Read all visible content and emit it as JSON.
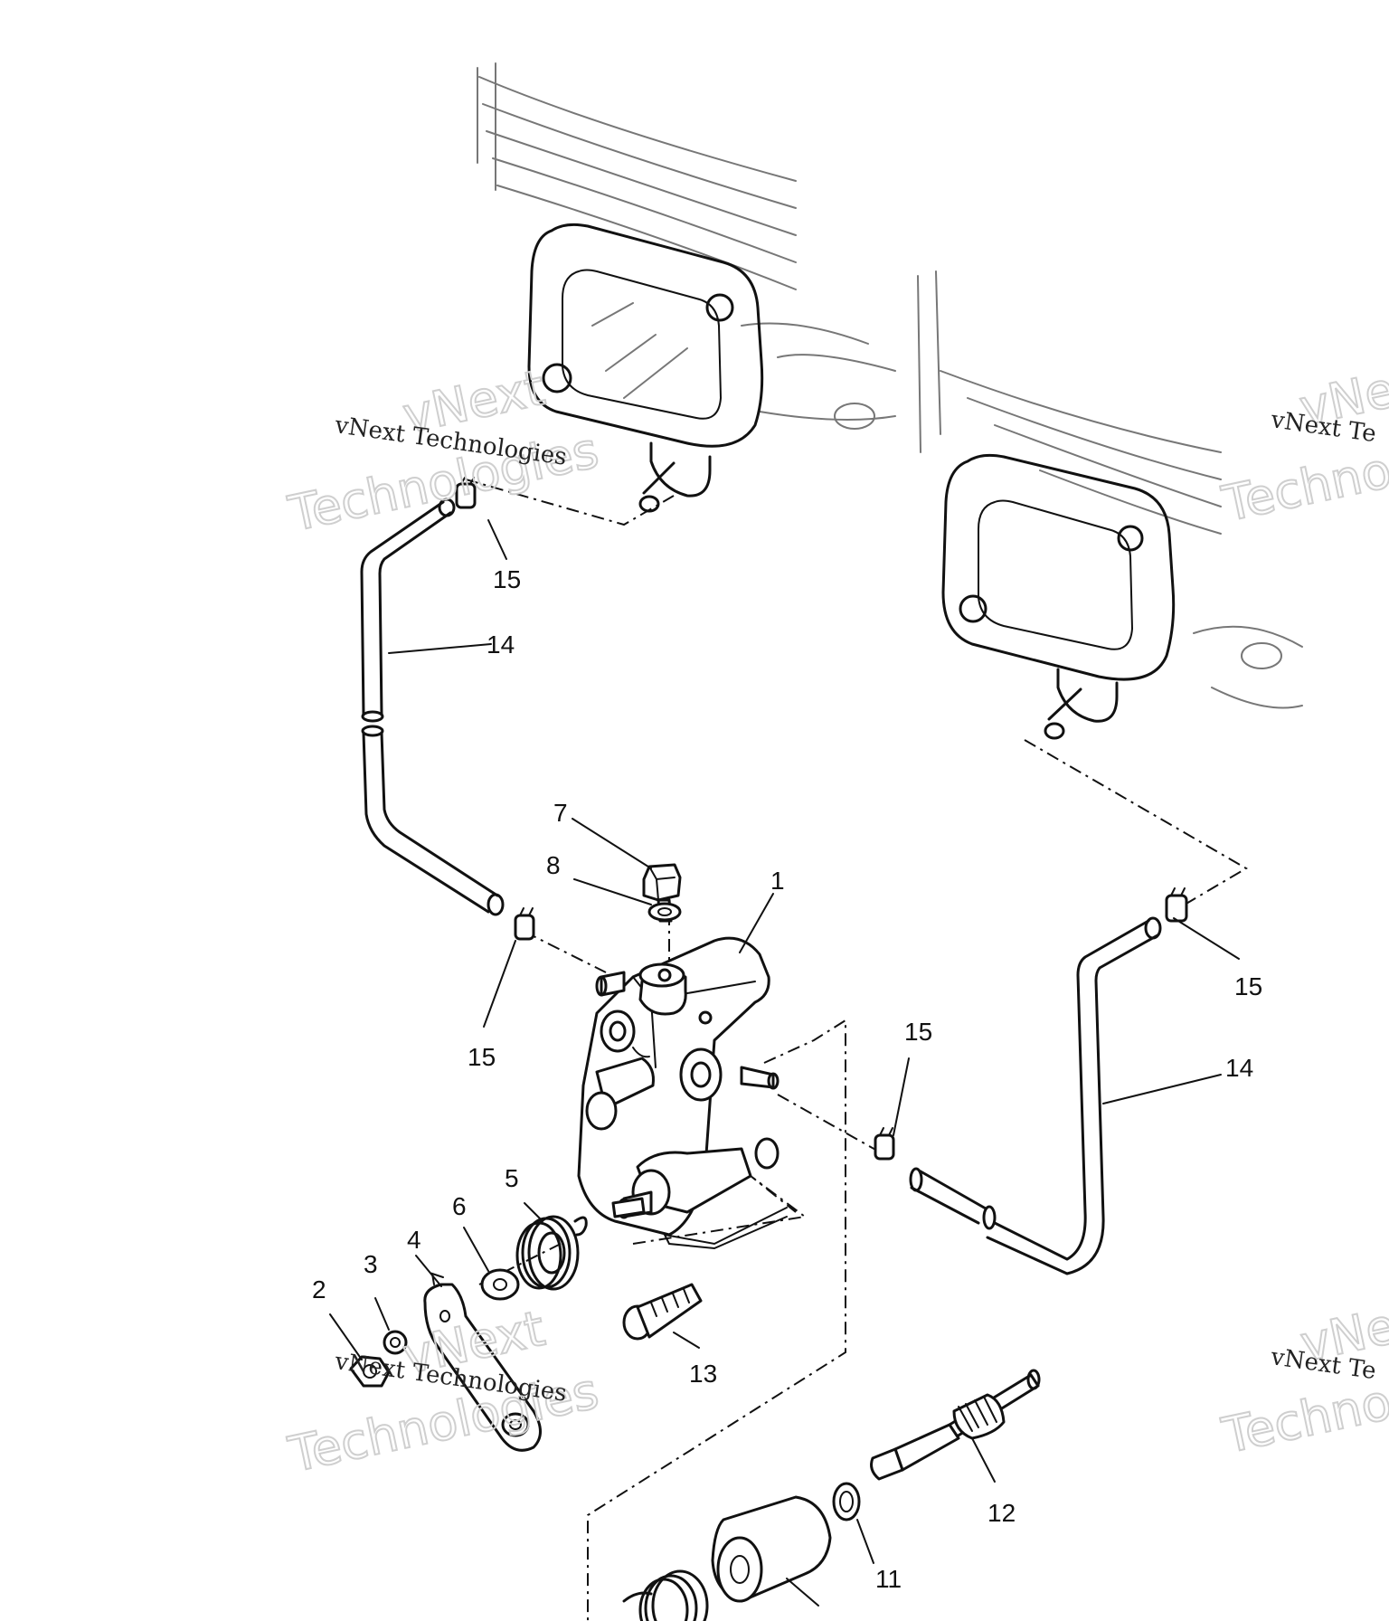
{
  "watermark": {
    "line1": "vNext",
    "line2": "Technologies",
    "caption": "vNext Technologies",
    "caption_partial": "vNext Te",
    "big_partial_line1": "vNe",
    "big_partial_line2": "Techno"
  },
  "callouts": {
    "c1": "1",
    "c2": "2",
    "c3": "3",
    "c4": "4",
    "c5": "5",
    "c6": "6",
    "c7": "7",
    "c8": "8",
    "c11": "11",
    "c12": "12",
    "c13": "13",
    "c14a": "14",
    "c14b": "14",
    "c15a": "15",
    "c15b": "15",
    "c15c": "15",
    "c15d": "15"
  }
}
